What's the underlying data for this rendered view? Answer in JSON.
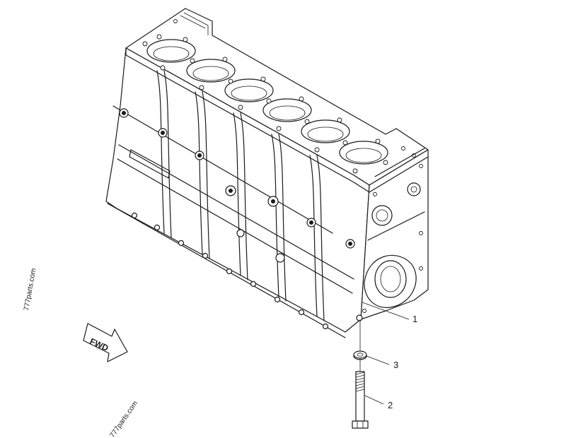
{
  "callouts": [
    {
      "number": "1",
      "part": "cylinder-block"
    },
    {
      "number": "2",
      "part": "bolt"
    },
    {
      "number": "3",
      "part": "washer"
    }
  ],
  "direction_label": "FWD",
  "watermarks": [
    "777parts.com",
    "777parts.com"
  ]
}
